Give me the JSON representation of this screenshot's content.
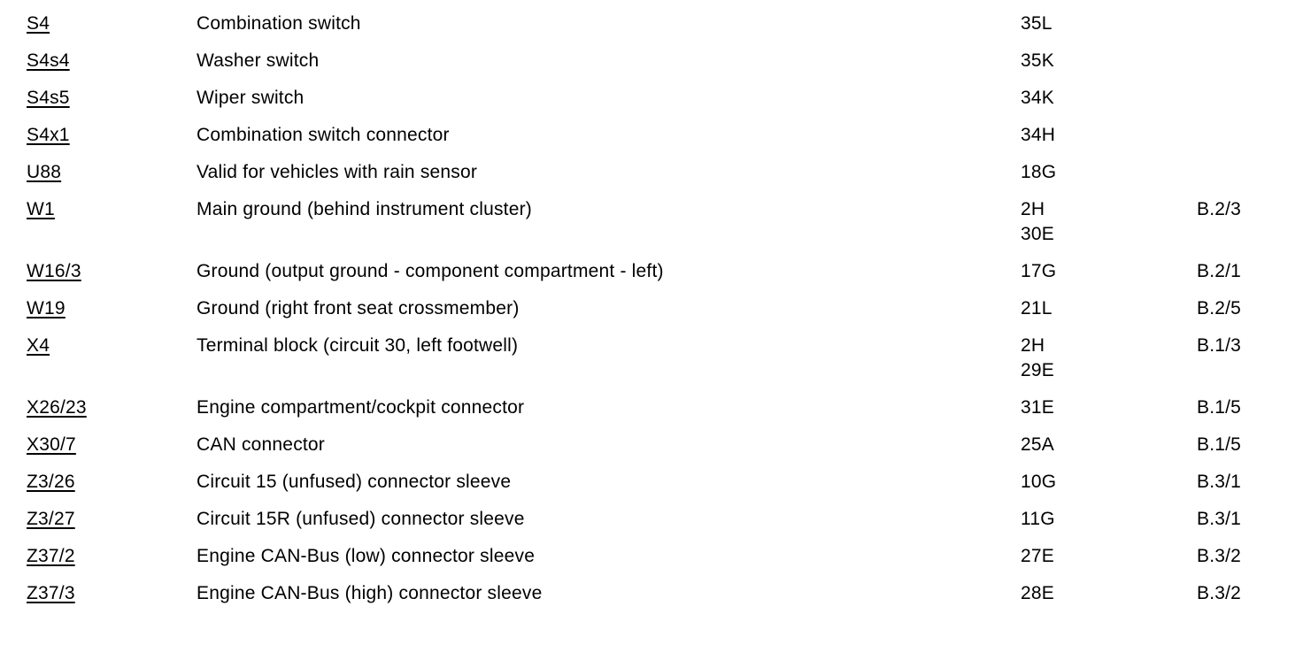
{
  "page": {
    "background_color": "#ffffff",
    "text_color": "#000000"
  },
  "legend_table": {
    "columns": [
      "code",
      "description",
      "location",
      "reference"
    ],
    "rows": [
      {
        "code": "S4",
        "description": "Combination switch",
        "location": [
          "35L"
        ],
        "reference": ""
      },
      {
        "code": "S4s4",
        "description": "Washer switch",
        "location": [
          "35K"
        ],
        "reference": ""
      },
      {
        "code": "S4s5",
        "description": "Wiper switch",
        "location": [
          "34K"
        ],
        "reference": ""
      },
      {
        "code": "S4x1",
        "description": "Combination switch connector",
        "location": [
          "34H"
        ],
        "reference": ""
      },
      {
        "code": "U88",
        "description": "Valid for vehicles with rain sensor",
        "location": [
          "18G"
        ],
        "reference": ""
      },
      {
        "code": "W1",
        "description": "Main ground (behind instrument cluster)",
        "location": [
          "2H",
          "30E"
        ],
        "reference": "B.2/3"
      },
      {
        "code": "W16/3",
        "description": "Ground (output ground - component compartment - left)",
        "location": [
          "17G"
        ],
        "reference": "B.2/1"
      },
      {
        "code": "W19",
        "description": "Ground (right front seat crossmember)",
        "location": [
          "21L"
        ],
        "reference": "B.2/5"
      },
      {
        "code": "X4",
        "description": "Terminal block (circuit 30, left footwell)",
        "location": [
          "2H",
          "29E"
        ],
        "reference": "B.1/3"
      },
      {
        "code": "X26/23",
        "description": "Engine compartment/cockpit connector",
        "location": [
          "31E"
        ],
        "reference": "B.1/5"
      },
      {
        "code": "X30/7",
        "description": "CAN connector",
        "location": [
          "25A"
        ],
        "reference": "B.1/5"
      },
      {
        "code": "Z3/26",
        "description": "Circuit 15 (unfused) connector sleeve",
        "location": [
          "10G"
        ],
        "reference": "B.3/1"
      },
      {
        "code": "Z3/27",
        "description": "Circuit 15R (unfused) connector sleeve",
        "location": [
          "11G"
        ],
        "reference": "B.3/1"
      },
      {
        "code": "Z37/2",
        "description": "Engine CAN-Bus (low) connector sleeve",
        "location": [
          "27E"
        ],
        "reference": "B.3/2"
      },
      {
        "code": "Z37/3",
        "description": "Engine CAN-Bus (high) connector sleeve",
        "location": [
          "28E"
        ],
        "reference": "B.3/2"
      }
    ]
  }
}
